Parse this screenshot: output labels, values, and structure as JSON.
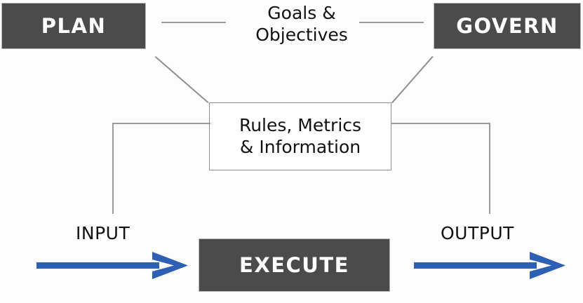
{
  "diagram": {
    "title": "Plan-Govern-Execute process flow",
    "colors": {
      "box_fill": "#4b4b4b",
      "box_text": "#ffffff",
      "connector": "#9a9a9a",
      "arrow_blue": "#2d5fb5",
      "background": "#fdfdfd",
      "rules_border": "#8d8d8d"
    },
    "nodes": {
      "plan": {
        "label": "PLAN"
      },
      "govern": {
        "label": "GOVERN"
      },
      "execute": {
        "label": "EXECUTE"
      },
      "rules": {
        "line1": "Rules, Metrics",
        "line2": "& Information"
      },
      "goals": {
        "line1": "Goals &",
        "line2": "Objectives"
      }
    },
    "labels": {
      "input": "INPUT",
      "output": "OUTPUT"
    },
    "connectors": [
      {
        "name": "plan-to-goals",
        "kind": "line"
      },
      {
        "name": "goals-to-govern",
        "kind": "line"
      },
      {
        "name": "plan-to-rules",
        "kind": "diagonal"
      },
      {
        "name": "govern-to-rules",
        "kind": "diagonal"
      },
      {
        "name": "rules-to-input",
        "kind": "elbow"
      },
      {
        "name": "rules-to-output",
        "kind": "elbow"
      }
    ],
    "arrows": [
      {
        "name": "input-arrow",
        "direction": "right"
      },
      {
        "name": "output-arrow",
        "direction": "right"
      }
    ]
  }
}
